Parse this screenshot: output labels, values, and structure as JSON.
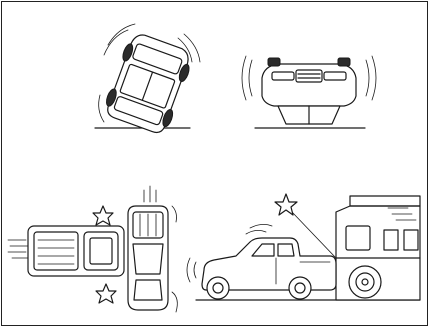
{
  "figure": {
    "panels": [
      {
        "id": "rollover-side",
        "icon": "car-rollover-side-icon"
      },
      {
        "id": "rollover-front",
        "icon": "car-rollover-front-icon"
      },
      {
        "id": "side-impact",
        "icon": "car-side-impact-icon"
      },
      {
        "id": "rear-impact",
        "icon": "car-rear-impact-icon"
      }
    ],
    "colors": {
      "stroke": "#1a1a1a",
      "background": "#ffffff",
      "tire": "#2b2b2b"
    }
  }
}
